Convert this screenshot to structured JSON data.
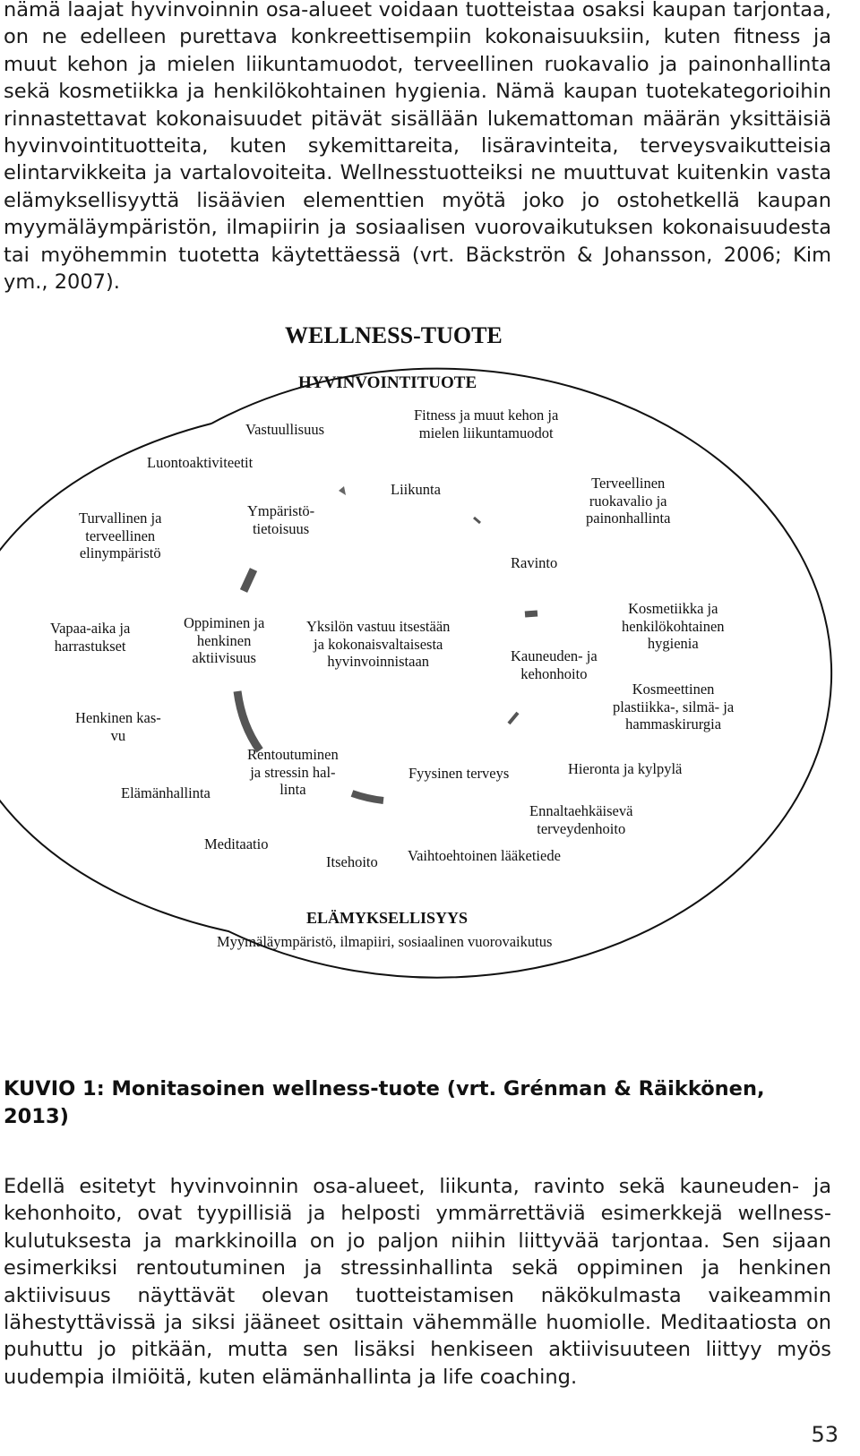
{
  "paragraph_top": "nämä laajat hyvinvoinnin osa-alueet voidaan tuotteistaa osaksi kaupan tarjontaa, on ne edelleen purettava konkreettisempiin kokonaisuuksiin, kuten fitness ja muut kehon ja mielen liikuntamuodot, terveellinen ruokavalio ja painonhallinta sekä kosmetiikka ja henkilökohtainen hygienia. Nämä kaupan tuotekategorioihin rinnastettavat kokonaisuudet pitävät sisällään lukemattoman määrän yksittäisiä hyvinvointituotteita, kuten sykemittareita, lisäravinteita, terveysvaikutteisia elintarvikkeita ja vartalovoiteita. Wellness­tuotteiksi ne muuttuvat kuitenkin vasta elämyksellisyyttä lisäävien element­tien myötä joko jo ostohetkellä kaupan myymäläympäristön, ilmapiirin ja sosiaalisen vuorovaikutuksen kokonaisuudesta tai myöhemmin tuotetta käytettäessä (vrt. Bäckströn & Johansson, 2006; Kim ym., 2007).",
  "diagram": {
    "title": "WELLNESS-TUOTE",
    "inner_title": "HYVINVOINTITUOTE",
    "bottom_title": "ELÄMYKSELLISYYS",
    "bottom_subtitle": "Myymäläympäristö, ilmapiiri, sosiaalinen vuorovaikutus",
    "labels": {
      "vastuullisuus": "Vastuullisuus",
      "fitness": "Fitness ja muut kehon ja\nmielen liikuntamuodot",
      "luontoaktiviteetit": "Luontoaktiviteetit",
      "liikunta": "Liikunta",
      "terveellinen_ruokavalio": "Terveellinen\nruokavalio ja\npainonhallinta",
      "turvallinen": "Turvallinen ja\nterveellinen\nelinympäristö",
      "ymparistotietoisuus": "Ympäristö-\ntietoisuus",
      "ravinto": "Ravinto",
      "vapaa_aika": "Vapaa-aika ja\nharrastukset",
      "oppiminen": "Oppiminen ja\nhenkinen\naktiivisuus",
      "yksilon_vastuu": "Yksilön vastuu itsestään\nja kokonaisvaltaisesta\nhyvinvoinnistaan",
      "kosmetiikka": "Kosmetiikka ja\nhenkilökohtainen\nhygienia",
      "kauneuden": "Kauneuden- ja\nkehonhoito",
      "kosmeettinen": "Kosmeettinen\nplastiikka-, silmä- ja\nhammaskirurgia",
      "henkinen_kasvu": "Henkinen kas-\nvu",
      "rentoutuminen": "Rentoutuminen\nja stressin hal-\nlinta",
      "fyysinen_terveys": "Fyysinen terveys",
      "hieronta": "Hieronta ja kylpylä",
      "elamanhallinta": "Elämänhallinta",
      "ennaltaehkaiseva": "Ennaltaehkäisevä\nterveydenhoito",
      "meditaatio": "Meditaatio",
      "itsehoito": "Itsehoito",
      "vaihtoehtoinen": "Vaihtoehtoinen lääketiede"
    }
  },
  "caption": "KUVIO 1: Monitasoinen wellness-tuote (vrt. Grénman & Räikkönen, 2013)",
  "paragraph_bottom": "Edellä esitetyt hyvinvoinnin osa-alueet, liikunta, ravinto sekä kauneuden- ja kehonhoito, ovat tyypillisiä ja helposti ymmärrettäviä esimerkkejä wellness­kulutuksesta ja markkinoilla on jo paljon niihin liittyvää tarjontaa. Sen sijaan esimerkiksi rentoutuminen ja stressinhallinta sekä oppiminen ja henkinen aktiivisuus näyttävät olevan tuotteistamisen näkökulmasta vaike­ammin lähestyttävissä ja siksi jääneet osittain vähemmälle huomiolle. Meditaatiosta on puhuttu jo pitkään, mutta sen lisäksi henkiseen aktiivisuu­teen liittyy myös uudempia ilmiöitä, kuten elämänhallinta ja life coaching.",
  "page_number": "53"
}
